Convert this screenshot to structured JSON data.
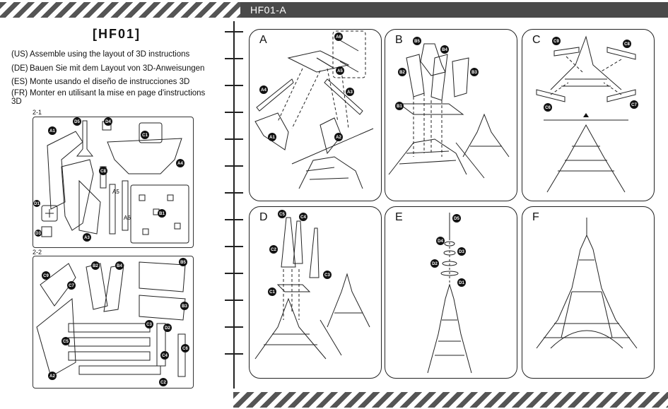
{
  "header": {
    "title": "HF01-A"
  },
  "left": {
    "title": "[HF01]",
    "instructions": [
      {
        "code": "(US)",
        "text": "Assemble using the layout of 3D instructions"
      },
      {
        "code": "(DE)",
        "text": "Bauen Sie mit dem Layout von 3D-Anweisungen"
      },
      {
        "code": "(ES)",
        "text": "Monte usando el diseño de instrucciones 3D"
      },
      {
        "code": "(FR)",
        "text": "Monter en utilisant la mise en page d'instructions 3D"
      }
    ],
    "sheets": [
      {
        "label": "2-1",
        "parts": [
          "A1",
          "D5",
          "D4",
          "C1",
          "A4",
          "C8",
          "A5",
          "A6",
          "B1",
          "D1",
          "D3",
          "A3"
        ]
      },
      {
        "label": "2-2",
        "parts": [
          "C9",
          "B2",
          "B4",
          "B5",
          "C7",
          "B3",
          "C3",
          "D2",
          "C5",
          "C4",
          "C6",
          "A2",
          "C2"
        ]
      }
    ]
  },
  "steps": [
    {
      "letter": "A",
      "parts": [
        "A6",
        "A5",
        "A4",
        "A3",
        "A1",
        "A2"
      ]
    },
    {
      "letter": "B",
      "parts": [
        "B5",
        "B4",
        "B2",
        "B3",
        "B1"
      ]
    },
    {
      "letter": "C",
      "parts": [
        "C9",
        "C8",
        "C6",
        "C7"
      ]
    },
    {
      "letter": "D",
      "parts": [
        "C5",
        "C4",
        "C2",
        "C3",
        "C1"
      ]
    },
    {
      "letter": "E",
      "parts": [
        "D5",
        "D4",
        "D3",
        "D2",
        "D1"
      ]
    },
    {
      "letter": "F",
      "parts": []
    }
  ]
}
